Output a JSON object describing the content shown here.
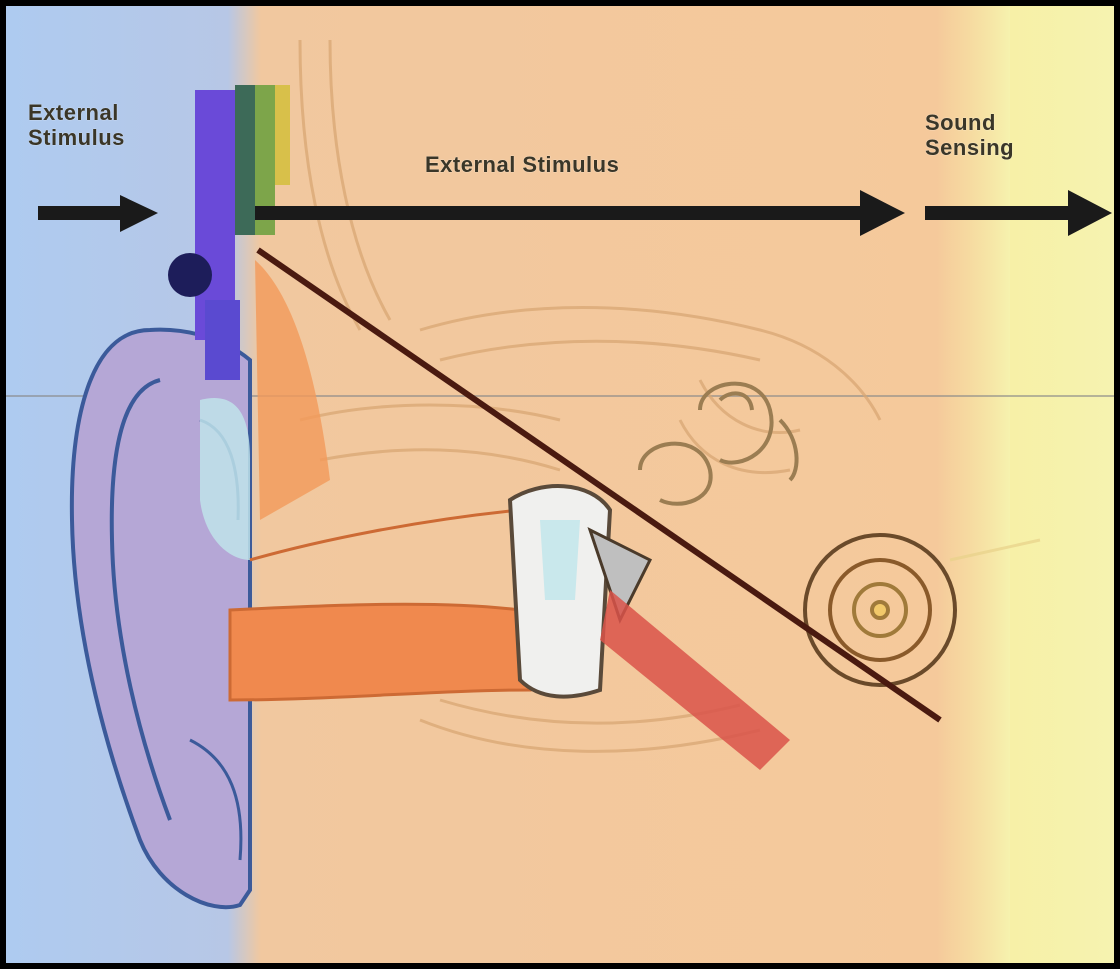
{
  "labels": {
    "left_zone": "External Stimulus",
    "middle_zone": "External Stimulus",
    "right_zone": "Sound Sensing"
  },
  "zone_colors": {
    "left": "#a9c8ee",
    "middle": "#f4c79d",
    "right": "#f7f5a6",
    "frame": "#000000"
  },
  "icons": [
    "right-arrow-icon",
    "right-arrow-icon",
    "right-arrow-icon"
  ]
}
